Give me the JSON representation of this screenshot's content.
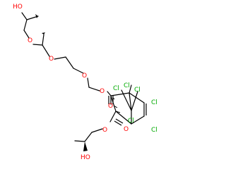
{
  "molecule": {
    "atoms": {
      "oh_top": "HO",
      "ether_o1": "O",
      "ether_o2": "O",
      "ether_o3": "O",
      "ester_o_ring": "O",
      "carbonyl_o_upper": "O",
      "cl_bridge_left": "Cl",
      "cl_bridge_right": "Cl",
      "cl_bridgehead_top": "Cl",
      "cl_vinyl_upper": "Cl",
      "cl_vinyl_lower": "Cl",
      "cl_bridgehead_bottom": "Cl",
      "ester_o_lower": "O",
      "carbonyl_o_lower": "O",
      "oh_bottom": "HO"
    },
    "colors": {
      "oxygen": "#ff0000",
      "chlorine": "#00aa00",
      "bond": "#000000"
    }
  }
}
